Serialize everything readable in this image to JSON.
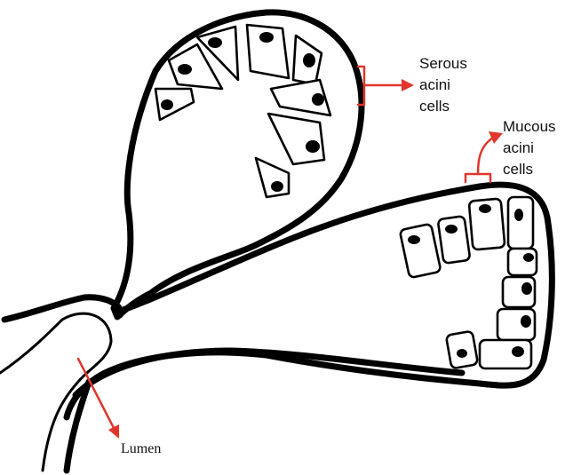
{
  "labels": {
    "serous": [
      "Serous",
      "acini",
      "cells"
    ],
    "mucous": [
      "Mucous",
      "acini",
      "cells"
    ],
    "lumen": "Lumen"
  },
  "colors": {
    "annotation": "#e0362c",
    "outline": "#000000",
    "background": "#ffffff"
  }
}
